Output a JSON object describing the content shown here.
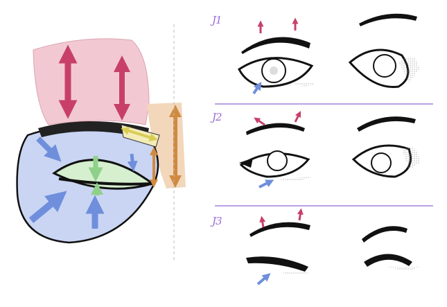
{
  "labels": [
    "J1",
    "J2",
    "J3"
  ],
  "colors": {
    "label": "#9a6cd6",
    "divider": "#b9a0e6",
    "pink_muscle": "#f2c9d2",
    "pink_arrow": "#c8406a",
    "blue_muscle": "#c9d5f3",
    "blue_arrow": "#6f8fdc",
    "green": "#8fd08a",
    "yellow": "#d9cc55",
    "orange": "#d08a40",
    "orange_muscle": "#f2d7bb"
  }
}
